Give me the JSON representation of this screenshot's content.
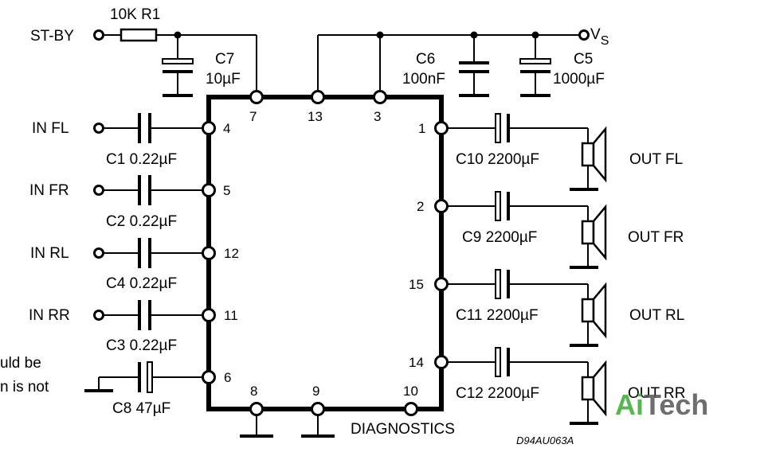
{
  "top": {
    "standby": "ST-BY",
    "r1": "10K R1",
    "c7_name": "C7",
    "c7_value": "10µF",
    "c6_name": "C6",
    "c6_value": "100nF",
    "c5_name": "C5",
    "c5_value": "1000µF",
    "vs_main": "V",
    "vs_sub": "S"
  },
  "inputs": [
    {
      "label": "IN FL",
      "cap": "C1 0.22µF",
      "pin": "4"
    },
    {
      "label": "IN FR",
      "cap": "C2 0.22µF",
      "pin": "5"
    },
    {
      "label": "IN RL",
      "cap": "C4 0.22µF",
      "pin": "12"
    },
    {
      "label": "IN RR",
      "cap": "C3 0.22µF",
      "pin": "11"
    }
  ],
  "c8": {
    "label": "C8 47µF",
    "pin": "6"
  },
  "note": {
    "line1": "uld  be",
    "line2": "n is not"
  },
  "top_pins": [
    "7",
    "13",
    "3"
  ],
  "bottom_pins": [
    "8",
    "9",
    "10"
  ],
  "diagnostics": "DIAGNOSTICS",
  "outputs": [
    {
      "label": "OUT FL",
      "cap": "C10 2200µF",
      "pin": "1"
    },
    {
      "label": "OUT FR",
      "cap": "C9 2200µF",
      "pin": "2"
    },
    {
      "label": "OUT RL",
      "cap": "C11 2200µF",
      "pin": "15"
    },
    {
      "label": "OUT RR",
      "cap": "C12 2200µF",
      "pin": "14"
    }
  ],
  "drawing_ref": "D94AU063A",
  "watermark": {
    "part1": "Ai",
    "part2": "Tech",
    "color1": "#3aa935",
    "color2": "#555555"
  }
}
